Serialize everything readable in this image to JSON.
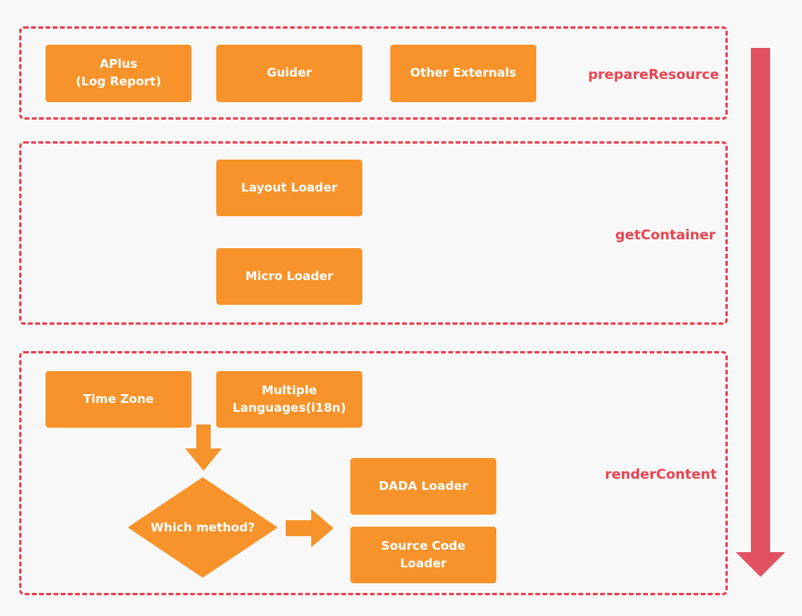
{
  "colors": {
    "background": "#f8f8f8",
    "box_fill": "#f7932a",
    "section_border": "#e8434f",
    "timeline_arrow": "#e05261",
    "label_text": "#e8434f"
  },
  "stages": {
    "prepare_resource": {
      "label": "prepareResource",
      "boxes": [
        "APlus\n(Log Report)",
        "Guider",
        "Other Externals"
      ]
    },
    "get_container": {
      "label": "getContainer",
      "boxes": [
        "Layout Loader",
        "Micro Loader"
      ]
    },
    "render_content": {
      "label": "renderContent",
      "boxes": [
        "Time Zone",
        "Multiple\nLanguages(i18n)"
      ],
      "decision": "Which method?",
      "outcomes": [
        "DADA Loader",
        "Source Code\nLoader"
      ]
    }
  }
}
